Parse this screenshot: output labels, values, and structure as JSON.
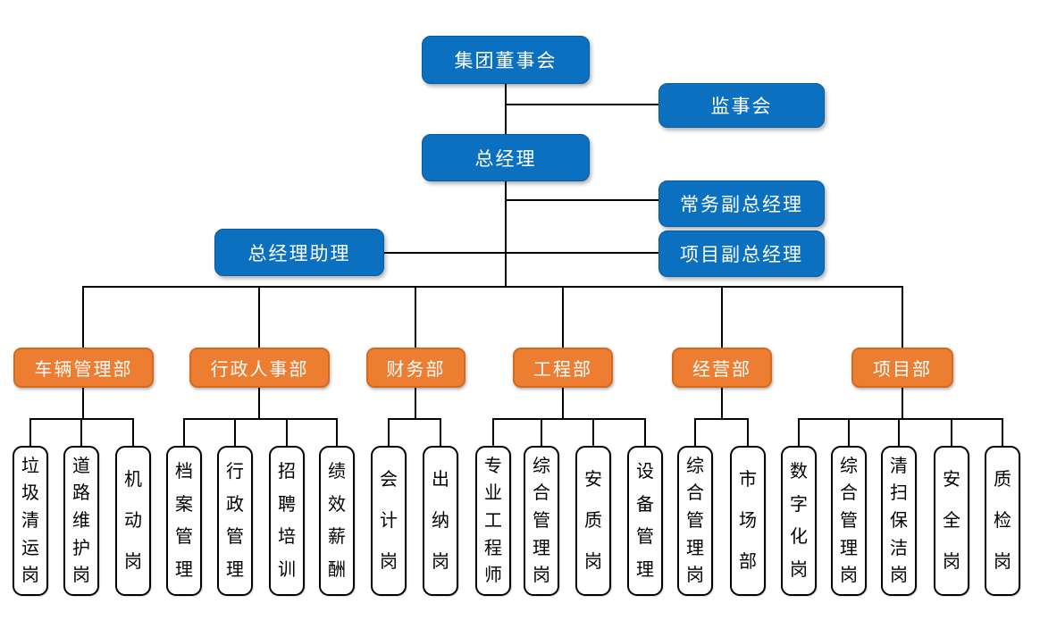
{
  "diagram": {
    "type": "org-chart",
    "top_nodes": {
      "board": "集团董事会",
      "supervisory": "监事会",
      "general_manager": "总经理",
      "executive_deputy_gm": "常务副总经理",
      "gm_assistant": "总经理助理",
      "project_deputy_gm": "项目副总经理"
    },
    "departments": [
      {
        "label": "车辆管理部",
        "positions": [
          "垃圾清运岗",
          "道路维护岗",
          "机动岗"
        ]
      },
      {
        "label": "行政人事部",
        "positions": [
          "档案管理",
          "行政管理",
          "招聘培训",
          "绩效薪酬"
        ]
      },
      {
        "label": "财务部",
        "positions": [
          "会计岗",
          "出纳岗"
        ]
      },
      {
        "label": "工程部",
        "positions": [
          "专业工程师",
          "综合管理岗",
          "安质岗",
          "设备管理"
        ]
      },
      {
        "label": "经营部",
        "positions": [
          "综合管理岗",
          "市场部"
        ]
      },
      {
        "label": "项目部",
        "positions": [
          "数字化岗",
          "综合管理岗",
          "清扫保洁岗",
          "安全岗",
          "质检岗"
        ]
      }
    ],
    "colors": {
      "executive_box": "#0C70C0",
      "department_box": "#ED7D31",
      "department_border": "#D26A20",
      "position_box_bg": "#FFFFFF",
      "position_box_border": "#000000",
      "position_text": "#000000",
      "box_text": "#FFFFFF",
      "connector": "#000000"
    }
  }
}
